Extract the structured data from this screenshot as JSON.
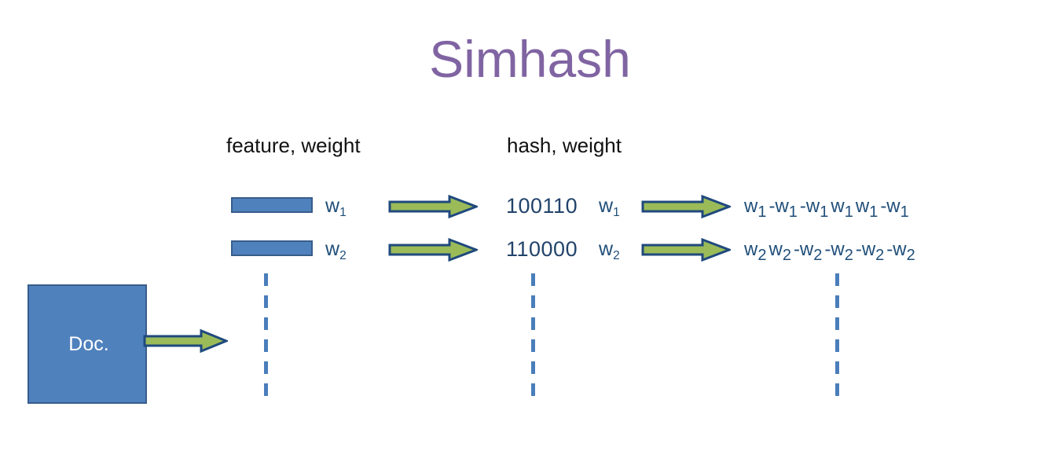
{
  "slide": {
    "title": "Simhash",
    "title_color": "#8064A2",
    "background": "#ffffff"
  },
  "headers": {
    "feature": "feature, weight",
    "hash": "hash, weight"
  },
  "doc": {
    "label": "Doc.",
    "fill_color": "#4F81BD",
    "border_color": "#385D8A",
    "text_color": "#FFFFFF"
  },
  "arrow": {
    "fill_color": "#9BBB59",
    "outline_color": "#1F497D",
    "name": "block-arrow-right"
  },
  "bar": {
    "fill_color": "#4F81BD",
    "border_color": "#385D8A"
  },
  "dashed_line": {
    "color": "#4A7EBB"
  },
  "rows": [
    {
      "feature_weight": "w",
      "feature_weight_sub": "1",
      "hash": "100110",
      "hash_weight": "w",
      "hash_weight_sub": "1",
      "signs": [
        "+",
        "-",
        "-",
        "+",
        "+",
        "-"
      ],
      "expression_terms": [
        {
          "sign": "",
          "w": "w",
          "sub": "1"
        },
        {
          "sign": "-",
          "w": "w",
          "sub": "1"
        },
        {
          "sign": "-",
          "w": "w",
          "sub": "1"
        },
        {
          "sign": "",
          "w": "w",
          "sub": "1"
        },
        {
          "sign": "",
          "w": "w",
          "sub": "1"
        },
        {
          "sign": "-",
          "w": "w",
          "sub": "1"
        }
      ],
      "expression_text": "w1 -w1 -w1 w1 w1 -w1"
    },
    {
      "feature_weight": "w",
      "feature_weight_sub": "2",
      "hash": "110000",
      "hash_weight": "w",
      "hash_weight_sub": "2",
      "signs": [
        "+",
        "+",
        "-",
        "-",
        "-",
        "-"
      ],
      "expression_terms": [
        {
          "sign": "",
          "w": "w",
          "sub": "2"
        },
        {
          "sign": "",
          "w": "w",
          "sub": "2"
        },
        {
          "sign": "-",
          "w": "w",
          "sub": "2"
        },
        {
          "sign": "-",
          "w": "w",
          "sub": "2"
        },
        {
          "sign": "-",
          "w": "w",
          "sub": "2"
        },
        {
          "sign": "-",
          "w": "w",
          "sub": "2"
        }
      ],
      "expression_text": "w2 w2 -w2 -w2 -w2 -w2"
    }
  ]
}
